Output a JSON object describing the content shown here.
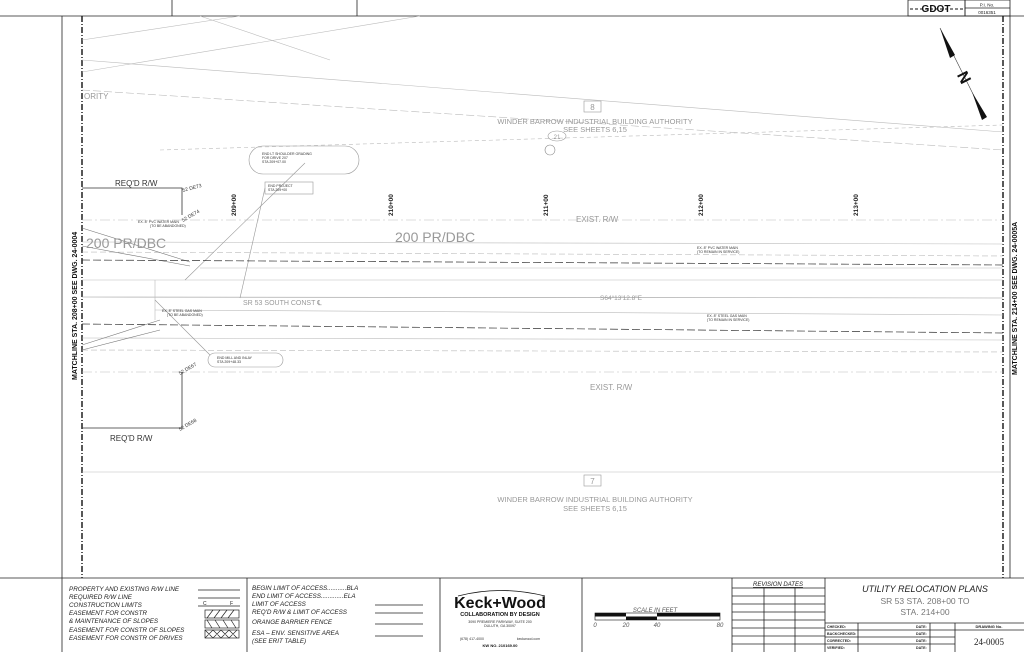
{
  "header": {
    "logo": "GDOT",
    "pi_label": "P.I. No.",
    "pi_value": "0016351"
  },
  "plan": {
    "authority_top_partial": "ORITY",
    "parcel_top": {
      "number": "8",
      "owner": "WINDER BARROW INDUSTRIAL BUILDING AUTHORITY",
      "see": "SEE SHEETS 6,15",
      "tag": "21"
    },
    "parcel_bottom": {
      "number": "7",
      "owner": "WINDER BARROW INDUSTRIAL BUILDING AUTHORITY",
      "see": "SEE SHEETS 6,15"
    },
    "stations": [
      "209+00",
      "210+00",
      "211+00",
      "212+00",
      "213+00"
    ],
    "exist_rw_top": "EXIST. R/W",
    "exist_rw_bottom": "EXIST. R/W",
    "reqd_rw_top": "REQ'D R/W",
    "reqd_rw_bottom": "REQ'D R/W",
    "road_label_left": "200 PR/DBC",
    "road_label": "200 PR/DBC",
    "baseline": "SR 53 SOUTH CONST ℄",
    "bearing": "S64°13'12.8\"E",
    "points": [
      "52 DE73",
      "52 DE74",
      "52 DE67",
      "52 DE68"
    ],
    "callouts": {
      "end_shoulder": [
        "END LT SHOULDER GRADING",
        "FOR DRIVE 207",
        "STA 209+07.00"
      ],
      "end_project": [
        "END PROJECT",
        "STA 209+00"
      ],
      "end_mill": [
        "END MILL AND INLAY",
        "STA 209+48.33"
      ],
      "water_abandon": [
        "EX. 8\" PVC WATER MAIN",
        "(TO BE ABANDONED)"
      ],
      "water_service": [
        "EX. 8\" PVC WATER MAIN",
        "(TO REMAIN IN SERVICE)"
      ],
      "gas_abandon": [
        "EX. 8\" STEEL GAS MAIN",
        "(TO BE ABANDONED)"
      ],
      "gas_service": [
        "EX. 8\" STEEL GAS MAIN",
        "(TO REMAIN IN SERVICE)"
      ]
    },
    "matchline_left": "MATCHLINE STA. 208+00 SEE DWG. 24-0004",
    "matchline_right": "MATCHLINE STA. 214+00 SEE DWG. 24-0005A",
    "north_label": "N"
  },
  "legend": {
    "left": [
      "PROPERTY AND EXISTING R/W LINE",
      "REQUIRED R/W LINE",
      "CONSTRUCTION LIMITS",
      "EASEMENT FOR CONSTR",
      " & MAINTENANCE OF SLOPES",
      "EASEMENT FOR CONSTR OF SLOPES",
      "EASEMENT FOR CONSTR OF DRIVES"
    ],
    "right": [
      "BEGIN LIMIT OF ACCESS...........BLA",
      "END LIMIT OF ACCESS.............ELA",
      "LIMIT OF ACCESS",
      "REQ'D R/W & LIMIT OF ACCESS",
      "ORANGE BARRIER FENCE",
      "ESA – ENV. SENSITIVE AREA",
      "(SEE ERIT TABLE)"
    ],
    "symbol_c": "C",
    "symbol_f": "F"
  },
  "firm": {
    "name": "Keck+Wood",
    "tagline": "COLLABORATION BY DESIGN",
    "address1": "3090 PREMIERE PARKWAY, SUITE 200",
    "address2": "DULUTH, GA 30097",
    "phone": "(678) 417-4000",
    "web": "keckwood.com",
    "kw_no": "KW NO. 210169.00"
  },
  "scale": {
    "title": "SCALE IN FEET",
    "ticks": [
      "0",
      "20",
      "40",
      "80"
    ]
  },
  "revision": {
    "title": "REVISION DATES"
  },
  "title_block": {
    "title": "UTILITY RELOCATION PLANS",
    "subtitle1": "SR 53 STA. 208+00 TO",
    "subtitle2": "STA. 214+00",
    "rows": [
      "CHECKED:",
      "BACKCHECKED:",
      "CORRECTED:",
      "VERIFIED:"
    ],
    "date_label": "DATE:",
    "drawing_no_label": "DRAWING No.",
    "drawing_no": "24-0005"
  }
}
